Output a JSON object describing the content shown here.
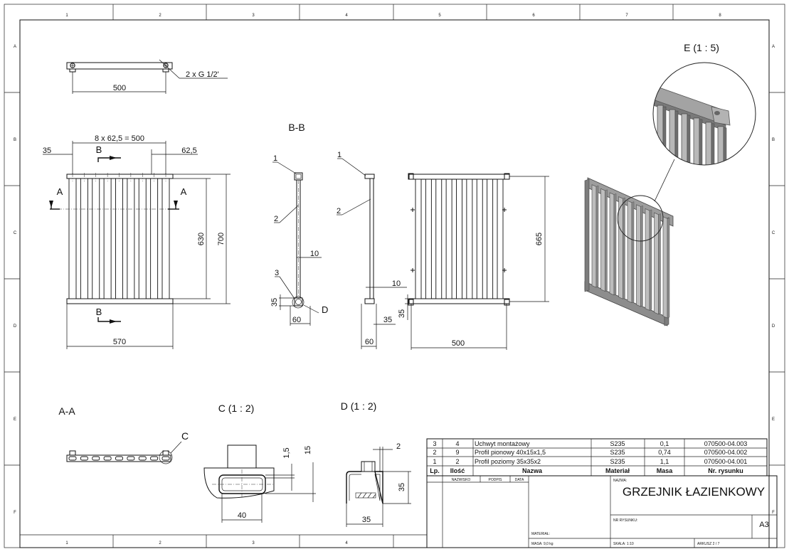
{
  "zones": {
    "columns_top": [
      "1",
      "2",
      "3",
      "4",
      "5",
      "6",
      "7",
      "8"
    ],
    "columns_bottom": [
      "1",
      "2",
      "3",
      "4"
    ],
    "rows": [
      "A",
      "B",
      "C",
      "D",
      "E",
      "F"
    ]
  },
  "views": {
    "top": {
      "dim_500": "500",
      "note_connections": "2 x G 1/2'"
    },
    "front": {
      "spacing": "8 x 62,5 = 500",
      "dim_35": "35",
      "dim_625": "62,5",
      "dim_630": "630",
      "dim_700": "700",
      "dim_570": "570",
      "section_b": "B",
      "section_a": "A"
    },
    "section_bb": {
      "title": "B-B",
      "leader_1": "1",
      "leader_2": "2",
      "leader_3": "3",
      "detail_d": "D",
      "dim_10": "10",
      "dim_35": "35",
      "dim_60": "60"
    },
    "side": {
      "leader_1": "1",
      "leader_2": "2",
      "dim_10": "10",
      "dim_35a": "35",
      "dim_35b": "35",
      "dim_60": "60"
    },
    "back": {
      "dim_665": "665",
      "dim_500": "500"
    },
    "detail_e": {
      "title": "E  (1 : 5)"
    },
    "section_aa": {
      "title": "A-A",
      "detail_c": "C"
    },
    "detail_c": {
      "title": "C  (1 : 2)",
      "dim_15a": "1,5",
      "dim_15b": "15",
      "dim_40": "40"
    },
    "detail_d": {
      "title": "D  (1 : 2)",
      "dim_2": "2",
      "dim_35v": "35",
      "dim_35h": "35"
    }
  },
  "bom": {
    "headers": [
      "Lp.",
      "Ilość",
      "Nazwa",
      "Materiał",
      "Masa",
      "Nr. rysunku"
    ],
    "rows": [
      {
        "lp": "3",
        "qty": "4",
        "name": "Uchwyt montażowy",
        "material": "S235",
        "mass": "0,1",
        "drawing": "070500-04.003"
      },
      {
        "lp": "2",
        "qty": "9",
        "name": "Profil pionowy 40x15x1,5",
        "material": "S235",
        "mass": "0,74",
        "drawing": "070500-04.002"
      },
      {
        "lp": "1",
        "qty": "2",
        "name": "Profil poziomy 35x35x2",
        "material": "S235",
        "mass": "1,1",
        "drawing": "070500-04.001"
      }
    ]
  },
  "title_block": {
    "col_nazwisko": "NAZWISKO",
    "col_podpis": "PODPIS",
    "col_data": "DATA",
    "label_nazwa": "NAZWA:",
    "title": "GRZEJNIK ŁAZIENKOWY",
    "label_nr_rysunku": "NR RYSUNKU:",
    "format": "A3",
    "label_material": "MATERIAŁ:",
    "mass": "MASA: 9,0 kg",
    "scale": "SKALA: 1:10",
    "sheet": "ARKUSZ 2 / 7"
  }
}
